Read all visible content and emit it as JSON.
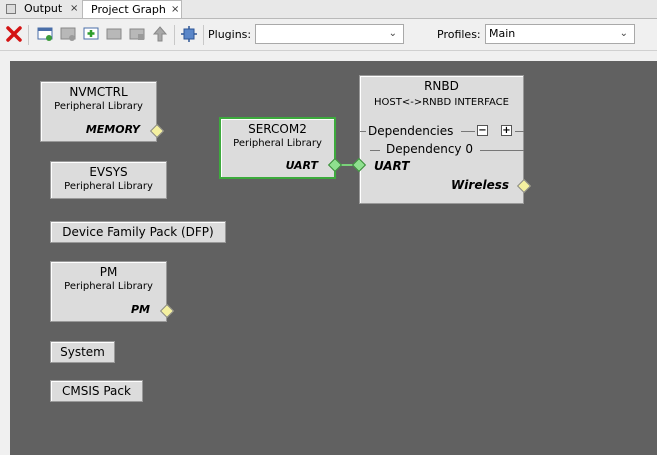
{
  "tabs": [
    {
      "label": "Output",
      "close": "×"
    },
    {
      "label": "Project Graph",
      "close": "×"
    }
  ],
  "toolbar": {
    "plugins_label": "Plugins:",
    "plugins_value": "",
    "profiles_label": "Profiles:",
    "profiles_value": "Main",
    "chevron": "⌄"
  },
  "graph": {
    "nvmctrl": {
      "title": "NVMCTRL",
      "sub": "Peripheral Library",
      "cap": "MEMORY"
    },
    "evsys": {
      "title": "EVSYS",
      "sub": "Peripheral Library"
    },
    "dfp": {
      "title": "Device Family Pack (DFP)"
    },
    "pm": {
      "title": "PM",
      "sub": "Peripheral Library",
      "cap": "PM"
    },
    "system": {
      "title": "System"
    },
    "cmsis": {
      "title": "CMSIS Pack"
    },
    "sercom2": {
      "title": "SERCOM2",
      "sub": "Peripheral Library",
      "cap": "UART"
    },
    "rnbd": {
      "title": "RNBD",
      "sub": "HOST<->RNBD INTERFACE",
      "dependencies": "Dependencies",
      "minus": "−",
      "plus": "+",
      "dependency0": "Dependency 0",
      "uart": "UART",
      "wireless": "Wireless"
    }
  }
}
